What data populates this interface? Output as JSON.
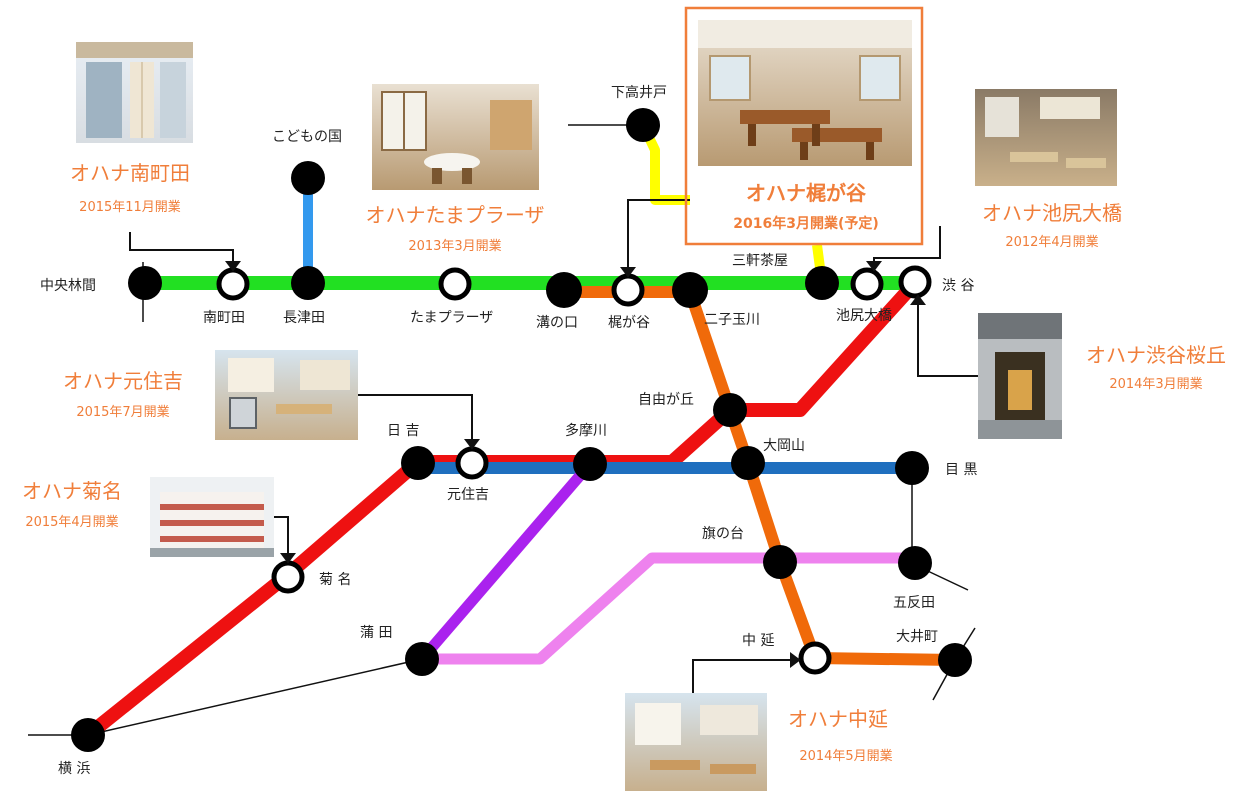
{
  "colors": {
    "den_en_toshi_line": "#22e022",
    "oimachi_line": "#f06a0a",
    "toyoko_line": "#ee1111",
    "meguro_line": "#1f6fbf",
    "tamagawa_line": "#ee82ee",
    "tamagawa_line_north": "#aa22ee",
    "kodomonokuni_line": "#3399ee",
    "inokashira_link": "#ffff00",
    "facility_text": "#f07e3a",
    "highlight_border": "#f07e3a"
  },
  "stations": {
    "chuo_rinkan": "中央林間",
    "minami_machida": "南町田",
    "nagatsuta": "長津田",
    "kodomonokuni": "こどもの国",
    "tama_plaza": "たまプラーザ",
    "mizonokuchi": "溝の口",
    "kajigaya": "梶が谷",
    "futako_tamagawa": "二子玉川",
    "sangenjaya": "三軒茶屋",
    "ikejiri_ohashi": "池尻大橋",
    "shibuya": "渋 谷",
    "shimotakaido": "下高井戸",
    "jiyugaoka": "自由が丘",
    "ookayama": "大岡山",
    "meguro": "目 黒",
    "hiyoshi": "日 吉",
    "motosumiyoshi": "元住吉",
    "tamagawa": "多摩川",
    "hatanodai": "旗の台",
    "gotanda": "五反田",
    "kikuna": "菊 名",
    "kamata": "蒲 田",
    "nakanobu": "中 延",
    "oimachi": "大井町",
    "yokohama": "横 浜"
  },
  "facilities": {
    "minami_machida": {
      "name": "オハナ南町田",
      "date": "2015年11月開業"
    },
    "tama_plaza": {
      "name": "オハナたまプラーザ",
      "date": "2013年3月開業"
    },
    "kajigaya": {
      "name": "オハナ梶が谷",
      "date": "2016年3月開業(予定)"
    },
    "ikejiri_ohashi": {
      "name": "オハナ池尻大橋",
      "date": "2012年4月開業"
    },
    "shibuya_sakuragaoka": {
      "name": "オハナ渋谷桜丘",
      "date": "2014年3月開業"
    },
    "motosumiyoshi": {
      "name": "オハナ元住吉",
      "date": "2015年7月開業"
    },
    "kikuna": {
      "name": "オハナ菊名",
      "date": "2015年4月開業"
    },
    "nakanobu": {
      "name": "オハナ中延",
      "date": "2014年5月開業"
    }
  }
}
